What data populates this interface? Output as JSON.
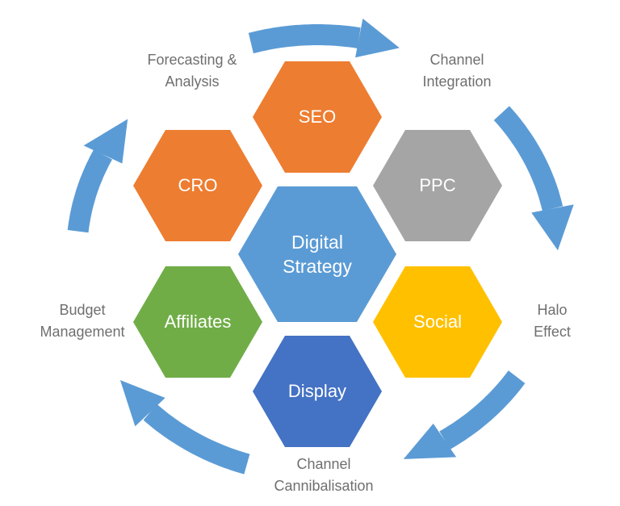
{
  "center": {
    "label": "Digital\nStrategy",
    "color": "#5B9BD5"
  },
  "hexagons": [
    {
      "id": "seo",
      "label": "SEO",
      "color": "#ED7D31"
    },
    {
      "id": "cro",
      "label": "CRO",
      "color": "#ED7D31"
    },
    {
      "id": "ppc",
      "label": "PPC",
      "color": "#A5A5A5"
    },
    {
      "id": "affiliates",
      "label": "Affiliates",
      "color": "#70AD47"
    },
    {
      "id": "social",
      "label": "Social",
      "color": "#FFC000"
    },
    {
      "id": "display",
      "label": "Display",
      "color": "#4472C4"
    }
  ],
  "cycle_labels": {
    "forecasting": "Forecasting &\nAnalysis",
    "integration": "Channel\nIntegration",
    "halo": "Halo Effect",
    "cannibalisation": "Channel\nCannibalisation",
    "budget": "Budget\nManagement"
  },
  "arrow_color": "#5B9BD5"
}
